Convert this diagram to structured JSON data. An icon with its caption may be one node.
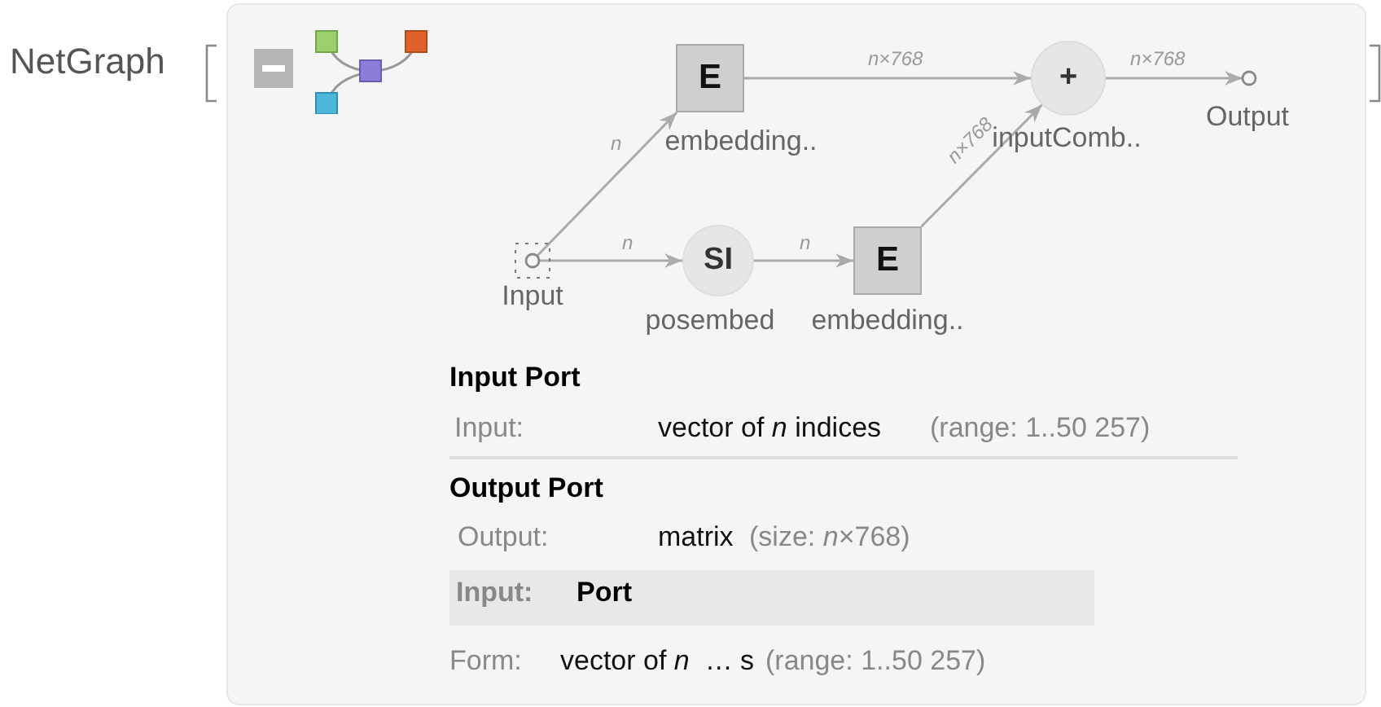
{
  "diagram": {
    "nodes": [
      {
        "text": [
          "Input"
        ]
      },
      {
        "text": [
          "E",
          "embedding.."
        ]
      },
      {
        "text": [
          "SI",
          "posembed"
        ]
      },
      {
        "text": [
          "E",
          "embedding.."
        ]
      },
      {
        "text": [
          "+",
          "inputComb.."
        ]
      },
      {
        "text": [
          "Output"
        ]
      }
    ],
    "edges": [
      {
        "from": 0,
        "to": 1,
        "arrow": "to",
        "label": "n"
      },
      {
        "from": 0,
        "to": 2,
        "arrow": "to",
        "label": "n"
      },
      {
        "from": 2,
        "to": 3,
        "arrow": "to",
        "label": "n"
      },
      {
        "from": 1,
        "to": 4,
        "arrow": "to",
        "label": "n×768"
      },
      {
        "from": 3,
        "to": 4,
        "arrow": "to",
        "label": "n×768"
      },
      {
        "from": 4,
        "to": 5,
        "arrow": "to",
        "label": "n×768"
      }
    ],
    "labels": [
      "NetGraph",
      "Input Port",
      "Input:",
      "vector of *n* indices",
      "(range: 1..50 257)",
      "Output Port",
      "Output:",
      "matrix",
      "(size: *n*×768)",
      "Input:",
      "Port",
      "Form:",
      "vector of *n*  … s",
      "(range: 1..50 257)"
    ]
  }
}
